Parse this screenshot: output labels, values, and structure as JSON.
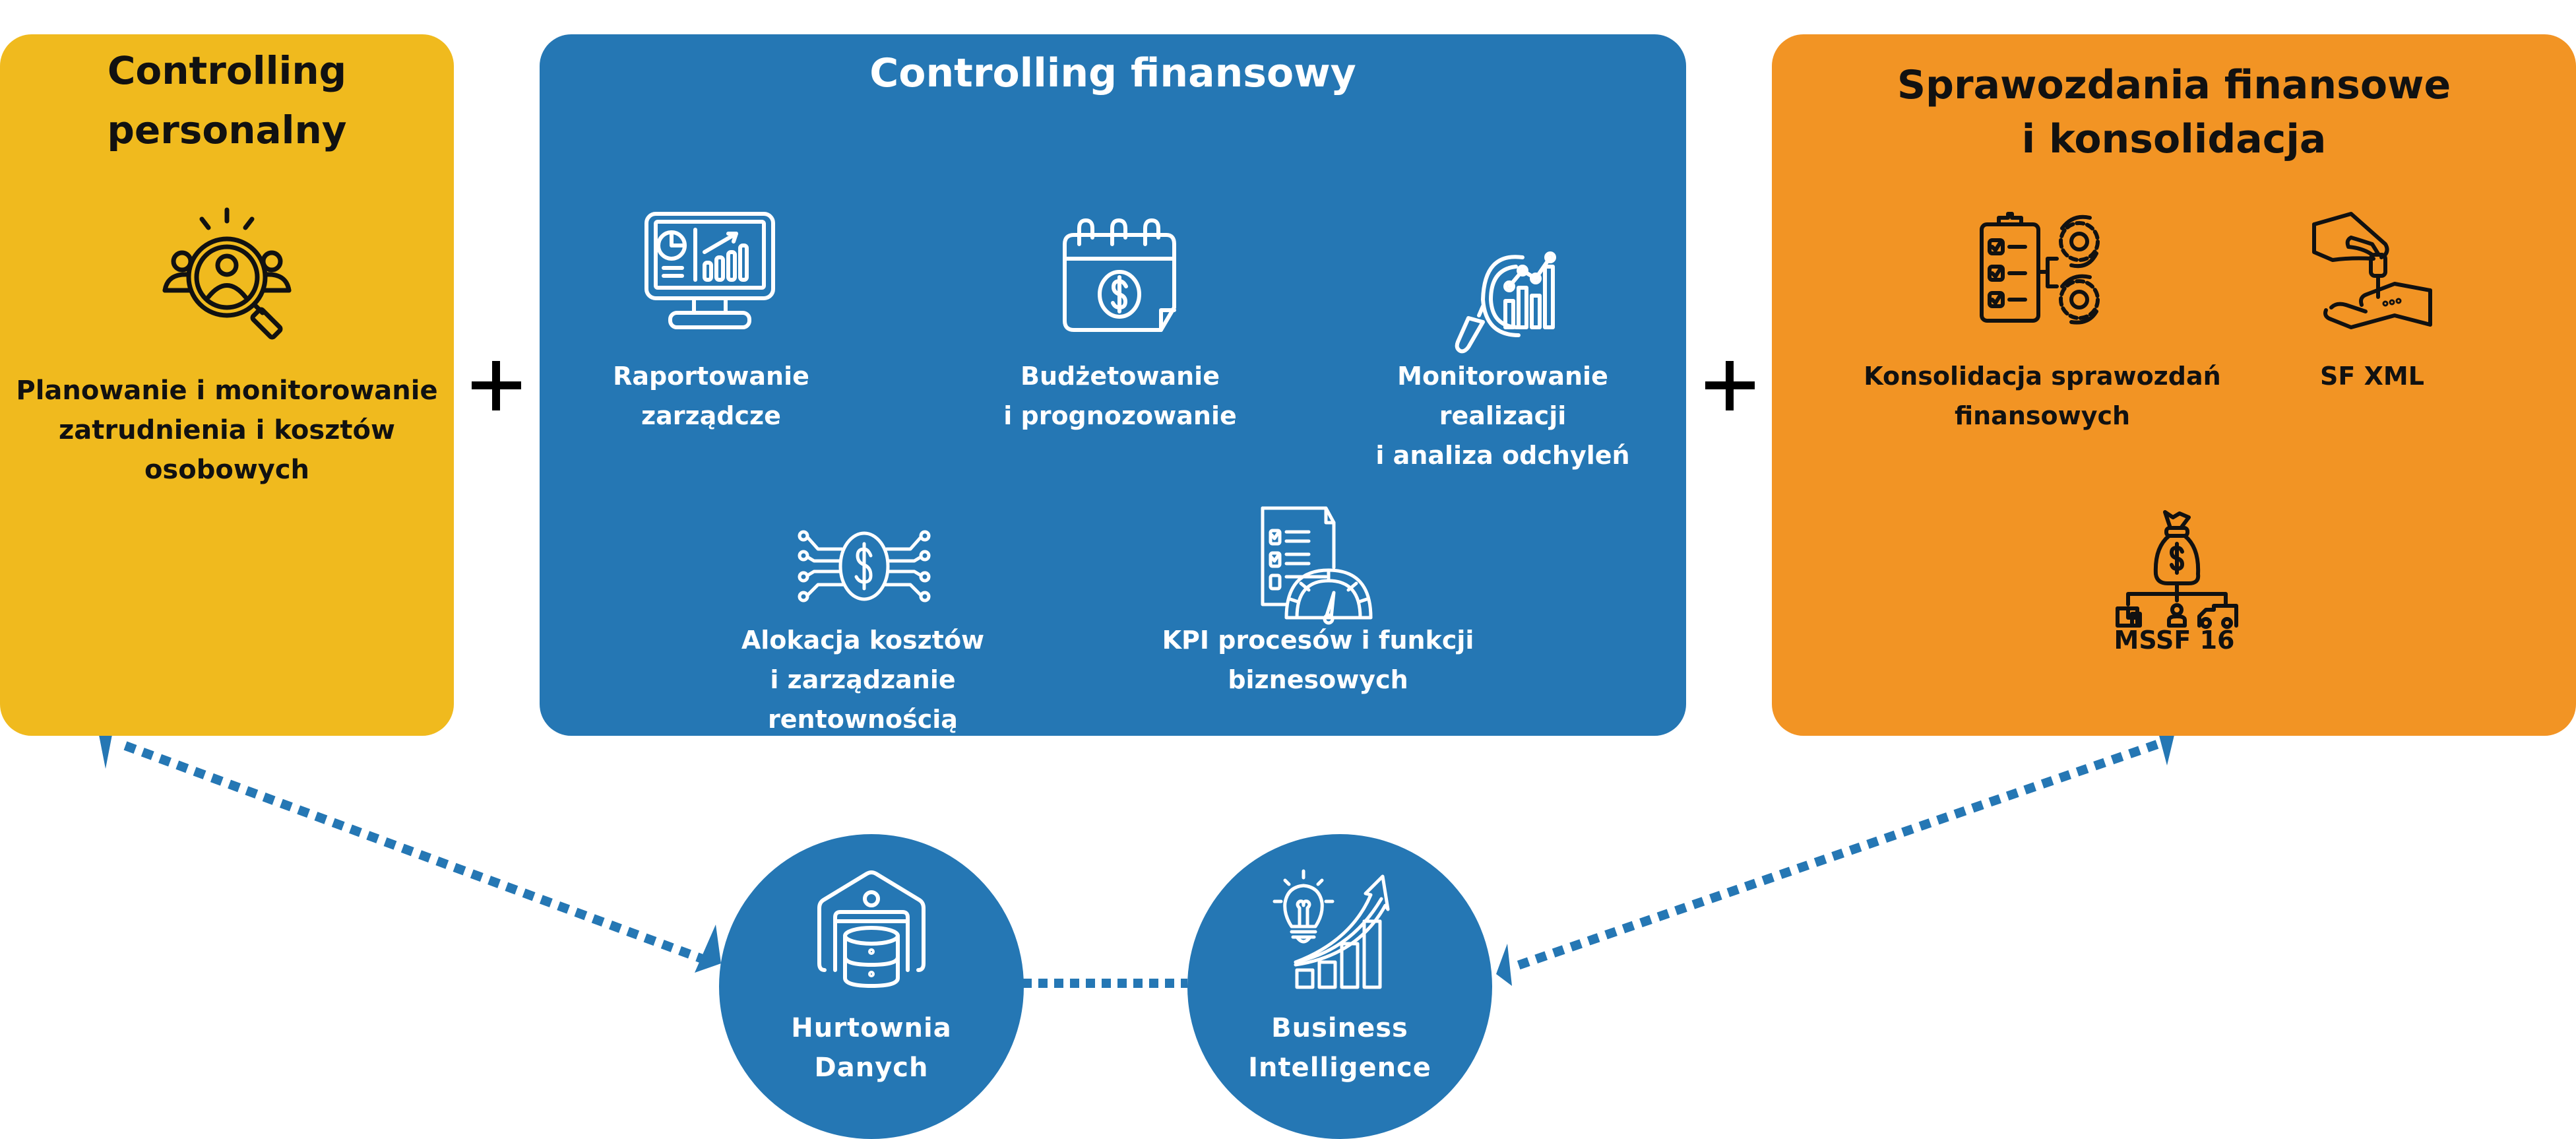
{
  "colors": {
    "personal": "#F0BA1E",
    "financial": "#2577B4",
    "reporting": "#F29424",
    "connector": "#2577B4"
  },
  "panels": {
    "personal": {
      "title_line1": "Controlling",
      "title_line2": "personalny",
      "items": [
        {
          "icon": "people-search-icon",
          "label_lines": [
            "Planowanie i monitorowanie",
            "zatrudnienia i kosztów",
            "osobowych"
          ]
        }
      ]
    },
    "financial": {
      "title": "Controlling finansowy",
      "items": [
        {
          "icon": "monitor-dashboard-icon",
          "label_lines": [
            "Raportowanie",
            "zarządcze"
          ]
        },
        {
          "icon": "calendar-dollar-icon",
          "label_lines": [
            "Budżetowanie",
            "i prognozowanie"
          ]
        },
        {
          "icon": "magnifier-chart-icon",
          "label_lines": [
            "Monitorowanie realizacji",
            "i analiza odchyleń"
          ]
        },
        {
          "icon": "dollar-network-icon",
          "label_lines": [
            "Alokacja kosztów",
            "i zarządzanie rentownością"
          ]
        },
        {
          "icon": "checklist-gauge-icon",
          "label_lines": [
            "KPI procesów i funkcji",
            "biznesowych"
          ]
        }
      ]
    },
    "reporting": {
      "title_line1": "Sprawozdania finansowe",
      "title_line2": "i konsolidacja",
      "items": [
        {
          "icon": "clipboard-gears-icon",
          "label_lines": [
            "Konsolidacja sprawozdań",
            "finansowych"
          ]
        },
        {
          "icon": "hand-key-icon",
          "label_lines": [
            "SF XML"
          ]
        },
        {
          "icon": "moneybag-hierarchy-icon",
          "label_lines": [
            "MSSF 16"
          ]
        }
      ]
    }
  },
  "operators": [
    "+",
    "+"
  ],
  "hubs": [
    {
      "icon": "warehouse-database-icon",
      "label_lines": [
        "Hurtownia",
        "Danych"
      ]
    },
    {
      "icon": "lightbulb-growth-icon",
      "label_lines": [
        "Business",
        "Intelligence"
      ]
    }
  ]
}
